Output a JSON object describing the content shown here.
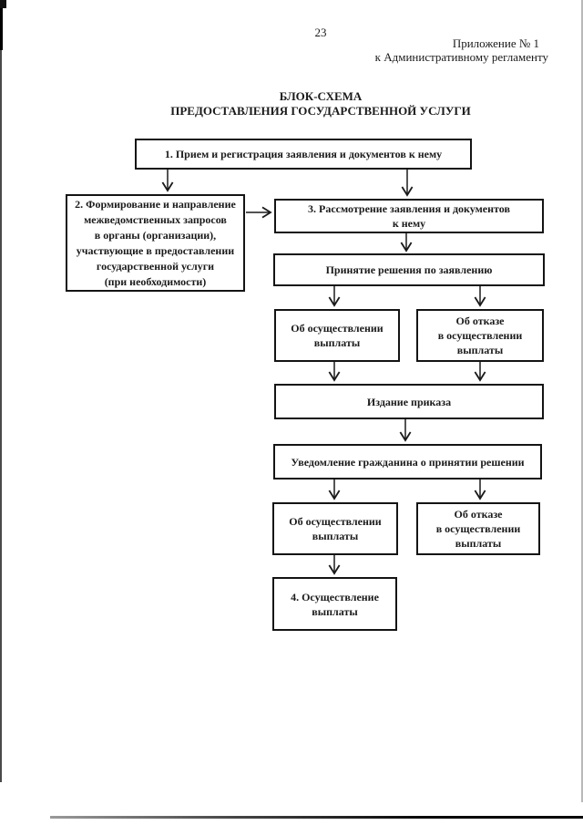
{
  "colors": {
    "ink": "#1a1a1a",
    "paper": "#ffffff"
  },
  "header": {
    "page_number": "23",
    "annex_line1": "Приложение № 1",
    "annex_line2": "к Административному регламенту"
  },
  "title": {
    "line1": "БЛОК-СХЕМА",
    "line2": "ПРЕДОСТАВЛЕНИЯ ГОСУДАРСТВЕННОЙ УСЛУГИ"
  },
  "flowchart": {
    "step1": "1. Прием и регистрация заявления и документов к нему",
    "step2": "2. Формирование и направление\nмежведомственных запросов\nв органы (организации),\nучаствующие в предоставлении\nгосударственной услуги\n(при необходимости)",
    "step3": "3. Рассмотрение заявления и документов\nк нему",
    "decision": "Принятие решения по заявлению",
    "grant_top": "Об осуществлении\nвыплаты",
    "refuse_top": "Об отказе\nв осуществлении\nвыплаты",
    "order": "Издание приказа",
    "notify": "Уведомление гражданина о принятии решении",
    "grant_bottom": "Об осуществлении\nвыплаты",
    "refuse_bottom": "Об отказе\nв осуществлении\nвыплаты",
    "step4": "4. Осуществление\nвыплаты"
  }
}
